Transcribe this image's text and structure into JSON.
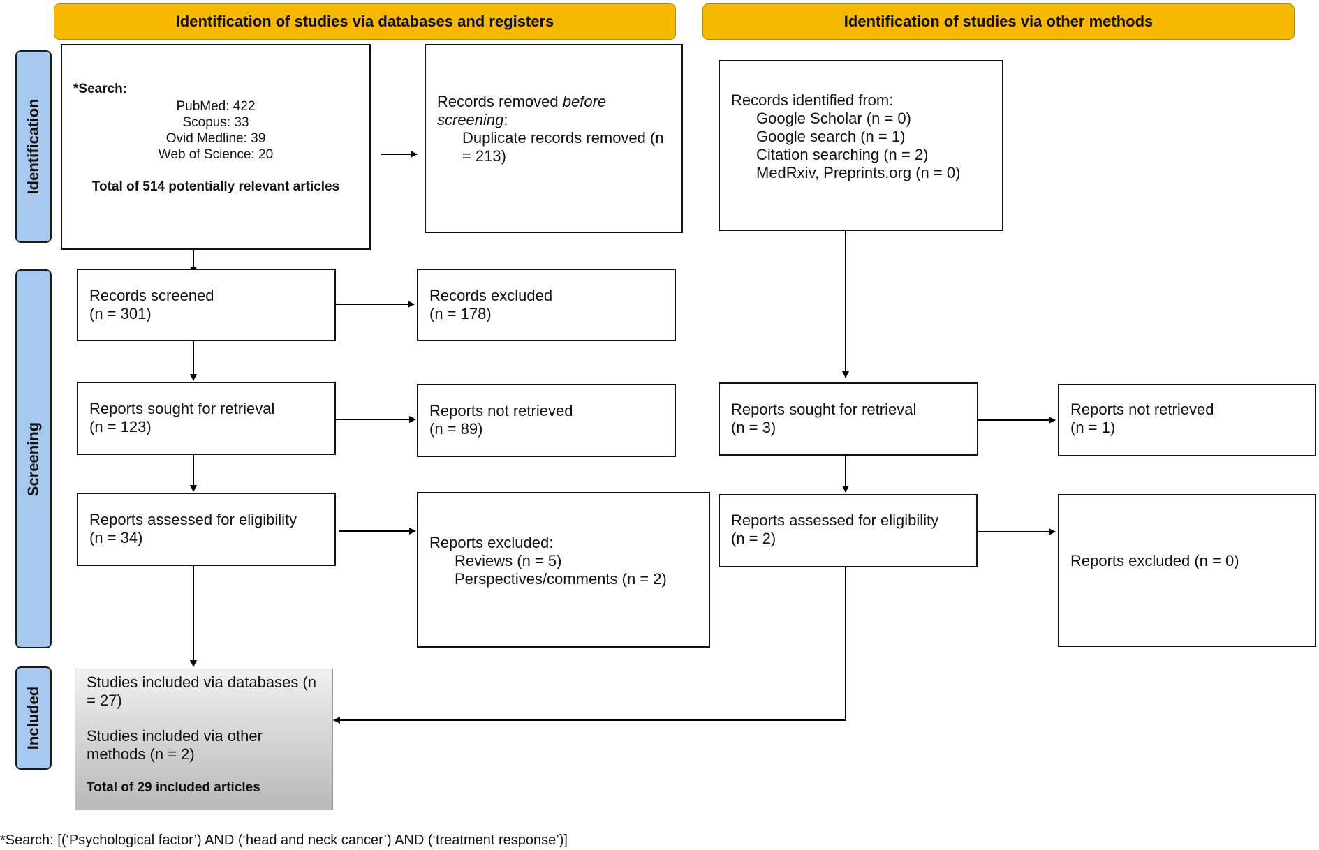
{
  "headers": {
    "databases": "Identification of studies via databases and registers",
    "other": "Identification of studies via other methods"
  },
  "phases": {
    "identification": "Identification",
    "screening": "Screening",
    "included": "Included"
  },
  "search_box": {
    "title": "*Search:",
    "lines": [
      "PubMed: 422",
      "Scopus: 33",
      "Ovid Medline: 39",
      "Web of Science: 20"
    ],
    "total": "Total of 514 potentially relevant articles"
  },
  "removed_box": {
    "prefix": "Records removed",
    "emph": "before screening",
    "suffix": ":",
    "detail": "Duplicate records removed (n = 213)"
  },
  "other_sources_box": {
    "title": "Records identified from:",
    "lines": [
      "Google Scholar (n = 0)",
      "Google search (n = 1)",
      "Citation searching (n = 2)",
      "MedRxiv, Preprints.org (n = 0)"
    ]
  },
  "db": {
    "screened": {
      "label": "Records screened",
      "n": "(n = 301)"
    },
    "excluded": {
      "label": "Records excluded",
      "n": "(n = 178)"
    },
    "sought": {
      "label": "Reports sought for retrieval",
      "n": "(n = 123)"
    },
    "not_retrieved": {
      "label": "Reports not retrieved",
      "n": "(n = 89)"
    },
    "assessed": {
      "label": "Reports assessed for eligibility",
      "n": "(n = 34)"
    },
    "reports_excluded": {
      "title": "Reports excluded:",
      "lines": [
        "Reviews (n = 5)",
        "Perspectives/comments (n = 2)"
      ]
    }
  },
  "other": {
    "sought": {
      "label": "Reports sought for retrieval",
      "n": "(n = 3)"
    },
    "not_retrieved": {
      "label": "Reports not retrieved",
      "n": "(n = 1)"
    },
    "assessed": {
      "label": "Reports assessed for eligibility",
      "n": "(n = 2)"
    },
    "reports_excluded": "Reports excluded (n = 0)"
  },
  "included_box": {
    "db": "Studies included via databases (n = 27)",
    "other": "Studies included via other methods (n = 2)",
    "total": "Total of 29 included articles"
  },
  "footnote": "*Search: [(‘Psychological factor’) AND (‘head and neck cancer’) AND (‘treatment response’)]",
  "colors": {
    "header": "#f7b800",
    "phase": "#a7c8ee",
    "included_top": "#f0f0f0",
    "included_bottom": "#b9b9b9"
  }
}
